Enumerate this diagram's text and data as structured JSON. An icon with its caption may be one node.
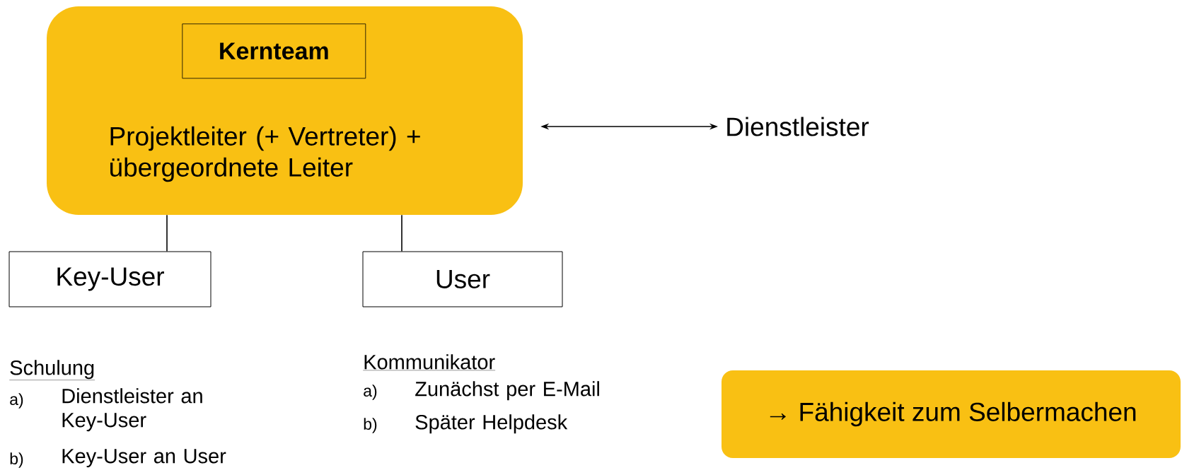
{
  "diagram": {
    "nodes": [
      {
        "text": [
          "Projektleiter (+ Vertreter) + übergeordnete Leiter"
        ]
      },
      {
        "text": [
          "Kernteam"
        ],
        "in": 0
      },
      {
        "text": [
          "Dienstleister"
        ]
      },
      {
        "text": [
          "Key-User"
        ]
      },
      {
        "text": [
          "User"
        ]
      },
      {
        "text": [
          "→ Fähigkeit zum Selbermachen"
        ]
      }
    ],
    "edges": [
      {
        "from": 0,
        "to": 2,
        "arrow": "both"
      },
      {
        "from": 0,
        "to": 3,
        "arrow": "none"
      },
      {
        "from": 0,
        "to": 4,
        "arrow": "none"
      }
    ],
    "labels": [
      "Schulung",
      "a)",
      "Dienstleister an Key-User",
      "b)",
      "Key-User an User",
      "Kommunikator",
      "a)",
      "Zunächst per E-Mail",
      "b)",
      "Später Helpdesk"
    ]
  }
}
